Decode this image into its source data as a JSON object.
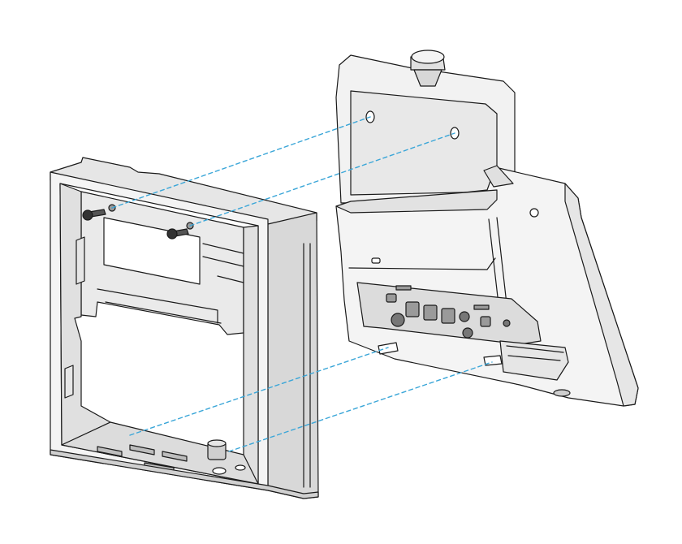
{
  "diagram": {
    "colors": {
      "stroke": "#1a1a1a",
      "fill_light": "#f4f4f4",
      "fill_mid": "#e6e6e6",
      "fill_dark": "#cfcfcf",
      "guide": "#3aa6d8",
      "background": "#ffffff"
    },
    "parts": [
      {
        "name": "wall-mount-frame"
      },
      {
        "name": "mounting-screw"
      },
      {
        "name": "ip-phone-rear"
      }
    ],
    "alignment_guides": 4
  }
}
